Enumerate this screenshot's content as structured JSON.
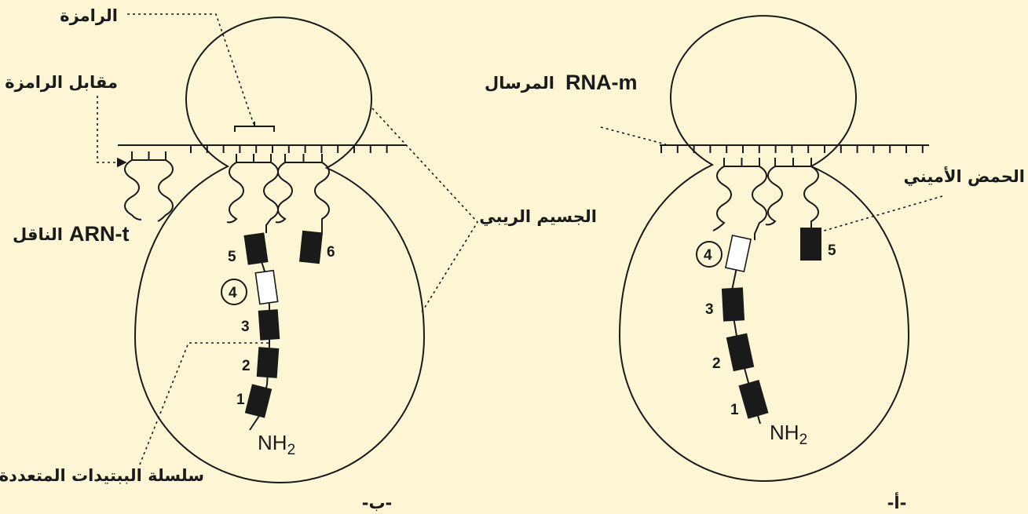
{
  "figure_b": {
    "caption": "-ب-",
    "labels": {
      "codon": "الرامزة",
      "anticodon": "مقابل الرامزة",
      "trna_latin": "ARN-t",
      "trna_arabic": "الناقل",
      "ribosome": "الجسيم الريبي",
      "polypeptide": "سلسلة الببتيدات المتعددة"
    },
    "amino_acids": [
      "1",
      "2",
      "3",
      "4",
      "5",
      "6"
    ],
    "terminal": "NH",
    "terminal_sub": "2"
  },
  "figure_a": {
    "caption": "-أ-",
    "labels": {
      "mrna_latin": "RNA-m",
      "mrna_arabic": "المرسال",
      "amino_acid": "الحمض الأميني"
    },
    "amino_acids": [
      "1",
      "2",
      "3",
      "4",
      "5"
    ],
    "terminal": "NH",
    "terminal_sub": "2"
  },
  "colors": {
    "background": "#FCF6D5",
    "ink": "#1a1a1a"
  }
}
